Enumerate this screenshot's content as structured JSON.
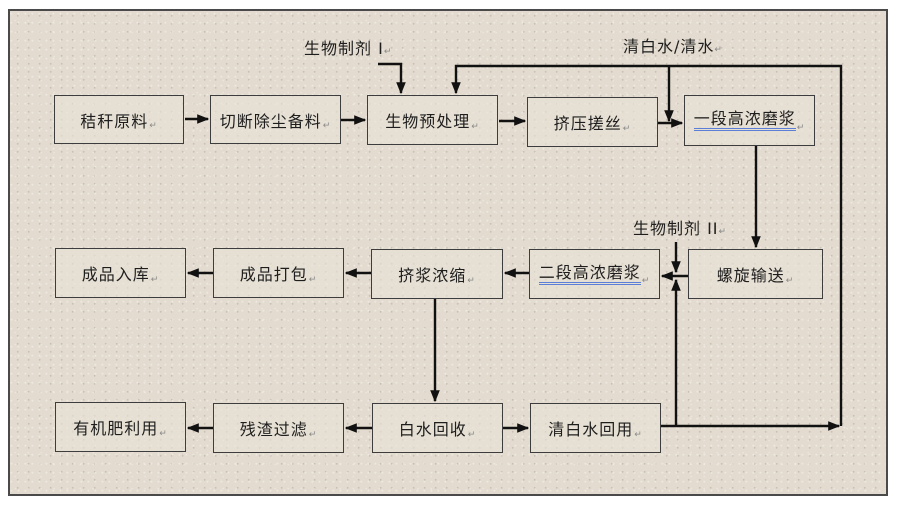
{
  "diagram": {
    "type": "process-flowchart",
    "return_mark": "↵",
    "colors": {
      "background": "#e3dbcf",
      "box_border": "#3d3d3d",
      "arrow": "#111111",
      "spellcheck_underline": "#5b7fd6"
    },
    "row1": [
      {
        "id": "straw",
        "label": "秸秆原料"
      },
      {
        "id": "cut",
        "label": "切断除尘备料"
      },
      {
        "id": "bio_pre",
        "label": "生物预处理"
      },
      {
        "id": "extrude",
        "label": "挤压搓丝"
      },
      {
        "id": "refine1",
        "label": "一段高浓磨浆"
      }
    ],
    "row2": [
      {
        "id": "storage",
        "label": "成品入库"
      },
      {
        "id": "pack",
        "label": "成品打包"
      },
      {
        "id": "concentrate",
        "label": "挤浆浓缩"
      },
      {
        "id": "refine2",
        "label": "二段高浓磨浆"
      },
      {
        "id": "screw",
        "label": "螺旋输送"
      }
    ],
    "row3": [
      {
        "id": "fertilizer",
        "label": "有机肥利用"
      },
      {
        "id": "filter",
        "label": "残渣过滤"
      },
      {
        "id": "whitewater",
        "label": "白水回收"
      },
      {
        "id": "reuse",
        "label": "清白水回用"
      }
    ],
    "inputs": {
      "agent1": "生物制剂 I",
      "water": "清白水/清水",
      "agent2": "生物制剂 II"
    },
    "edges": [
      [
        "straw",
        "cut"
      ],
      [
        "cut",
        "bio_pre"
      ],
      [
        "bio_pre",
        "extrude"
      ],
      [
        "extrude",
        "refine1"
      ],
      [
        "refine1",
        "screw"
      ],
      [
        "screw",
        "refine2"
      ],
      [
        "refine2",
        "concentrate"
      ],
      [
        "concentrate",
        "pack"
      ],
      [
        "pack",
        "storage"
      ],
      [
        "concentrate",
        "whitewater"
      ],
      [
        "whitewater",
        "filter"
      ],
      [
        "filter",
        "fertilizer"
      ],
      [
        "whitewater",
        "reuse"
      ],
      [
        "reuse",
        "refine2"
      ],
      [
        "reuse",
        "bio_pre"
      ],
      [
        "reuse",
        "refine1"
      ],
      [
        "agent1",
        "bio_pre"
      ],
      [
        "agent2",
        "refine2"
      ]
    ]
  }
}
